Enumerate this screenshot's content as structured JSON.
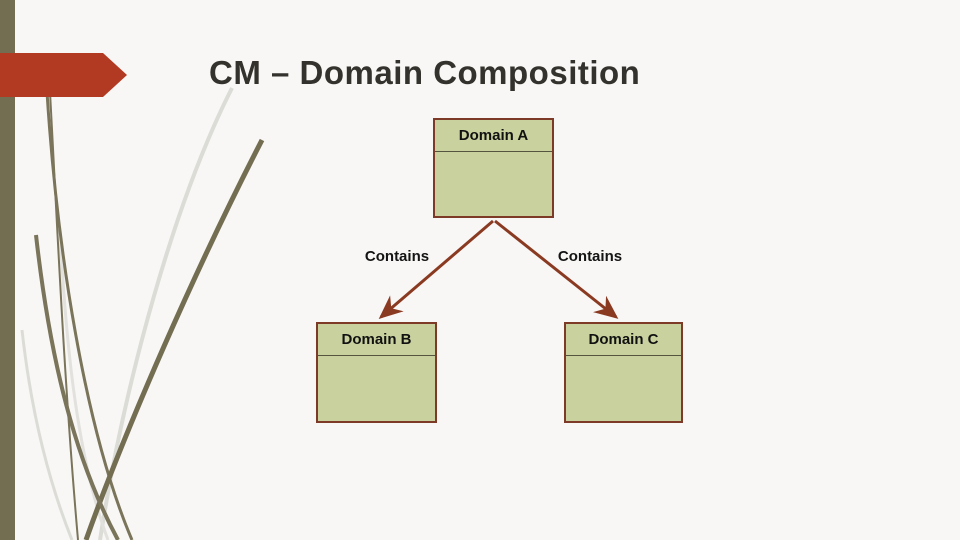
{
  "slide": {
    "title": "CM – Domain Composition",
    "background_color": "#f8f7f5",
    "accent_bar_color": "#736d52",
    "arrow_shape_color": "#b23922",
    "swoosh_colors": {
      "olive": "#7a745a",
      "gray": "#dcdcd7"
    }
  },
  "diagram": {
    "box_fill_color": "#c9d29e",
    "box_border_color": "#7d3a26",
    "connector_color": "#8b3a22",
    "nodes": [
      {
        "id": "A",
        "label": "Domain A"
      },
      {
        "id": "B",
        "label": "Domain B"
      },
      {
        "id": "C",
        "label": "Domain C"
      }
    ],
    "edges": [
      {
        "from": "Domain A",
        "to": "Domain B",
        "label": "Contains"
      },
      {
        "from": "Domain A",
        "to": "Domain C",
        "label": "Contains"
      }
    ]
  }
}
